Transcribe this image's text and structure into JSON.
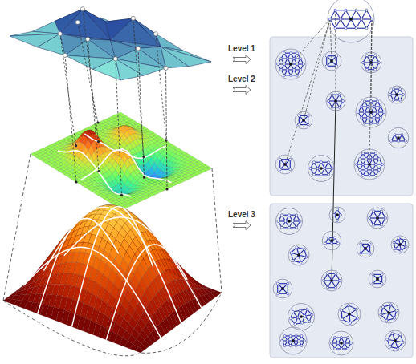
{
  "diagram": {
    "labels": [
      "Level 1",
      "Level 2",
      "Level 3"
    ]
  }
}
